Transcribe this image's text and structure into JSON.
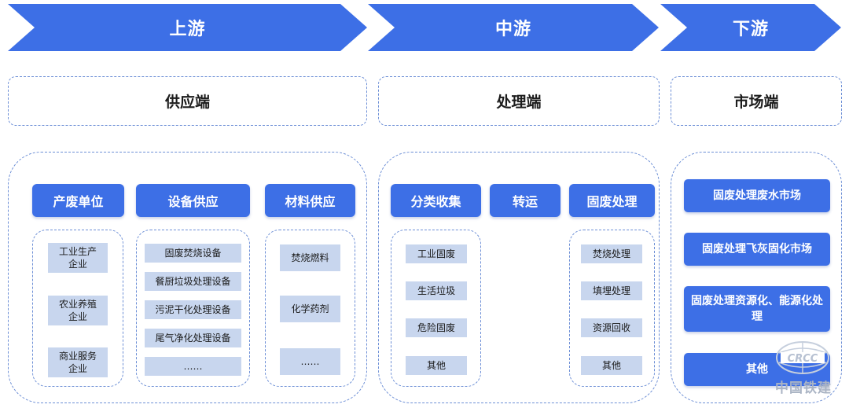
{
  "stages": {
    "upstream": "上游",
    "midstream": "中游",
    "downstream": "下游"
  },
  "sections": {
    "supply": "供应端",
    "processing": "处理端",
    "market": "市场端"
  },
  "supply": {
    "producers": {
      "title": "产废单位",
      "items": [
        "工业生产\n企业",
        "农业养殖\n企业",
        "商业服务\n企业"
      ]
    },
    "equipment": {
      "title": "设备供应",
      "items": [
        "固废焚烧设备",
        "餐厨垃圾处理设备",
        "污泥干化处理设备",
        "尾气净化处理设备",
        "……"
      ]
    },
    "materials": {
      "title": "材料供应",
      "items": [
        "焚烧燃料",
        "化学药剂",
        "……"
      ]
    }
  },
  "processing": {
    "collection": {
      "title": "分类收集",
      "items": [
        "工业固废",
        "生活垃圾",
        "危险固废",
        "其他"
      ]
    },
    "transport": {
      "title": "转运"
    },
    "disposal": {
      "title": "固废处理",
      "items": [
        "焚烧处理",
        "填埋处理",
        "资源回收",
        "其他"
      ]
    }
  },
  "market": {
    "items": [
      "固废处理废水市场",
      "固废处理飞灰固化市场",
      "固废处理资源化、能源化处理",
      "其他"
    ]
  },
  "logo": {
    "emblem": "CRCC",
    "text": "中国铁建"
  },
  "colors": {
    "primary_blue": "#3d6fe6",
    "item_grey": "#c8d6ee",
    "dashed_border": "#6d8fd6"
  }
}
